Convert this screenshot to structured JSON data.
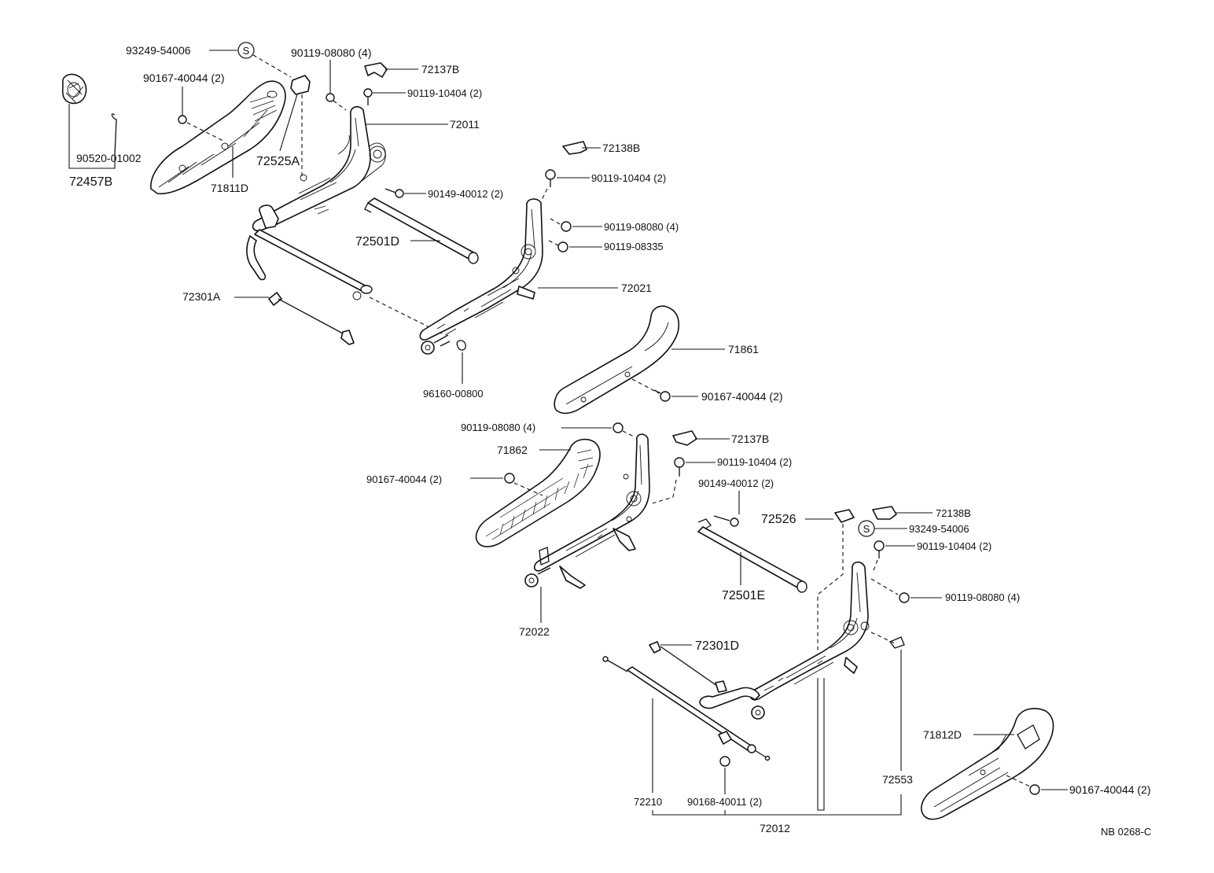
{
  "labels": {
    "p93249_54006_a": "93249-54006",
    "p90119_08080_top": "90119-08080 (4)",
    "p72137b_top": "72137B",
    "p90167_40044_top": "90167-40044 (2)",
    "p90119_10404_top": "90119-10404 (2)",
    "p72011": "72011",
    "p72525a": "72525A",
    "p90520_01002": "90520-01002",
    "p72457b": "72457B",
    "p71811d": "71811D",
    "p72138b_top": "72138B",
    "p90119_10404_mid": "90119-10404 (2)",
    "p90149_40012_top": "90149-40012 (2)",
    "p90119_08080_mid": "90119-08080 (4)",
    "p72501d": "72501D",
    "p90119_08335": "90119-08335",
    "p72021": "72021",
    "p72301a": "72301A",
    "p71861": "71861",
    "p96160_00800": "96160-00800",
    "p90167_40044_mid": "90167-40044 (2)",
    "p90119_08080_low": "90119-08080 (4)",
    "p72137b_low": "72137B",
    "p71862": "71862",
    "p90119_10404_low": "90119-10404 (2)",
    "p90167_40044_left": "90167-40044 (2)",
    "p90149_40012_low": "90149-40012 (2)",
    "p72526": "72526",
    "p72138b_low": "72138B",
    "p93249_54006_b": "93249-54006",
    "p90119_10404_right": "90119-10404 (2)",
    "p72501e": "72501E",
    "p90119_08080_right": "90119-08080 (4)",
    "p72022": "72022",
    "p72301d": "72301D",
    "p71812d": "71812D",
    "p72553": "72553",
    "p72210": "72210",
    "p90168_40011": "90168-40011 (2)",
    "p90167_40044_right": "90167-40044 (2)",
    "p72012": "72012",
    "code": "NB 0268-C"
  },
  "symbols": {
    "s_top": "S",
    "s_low": "S"
  }
}
